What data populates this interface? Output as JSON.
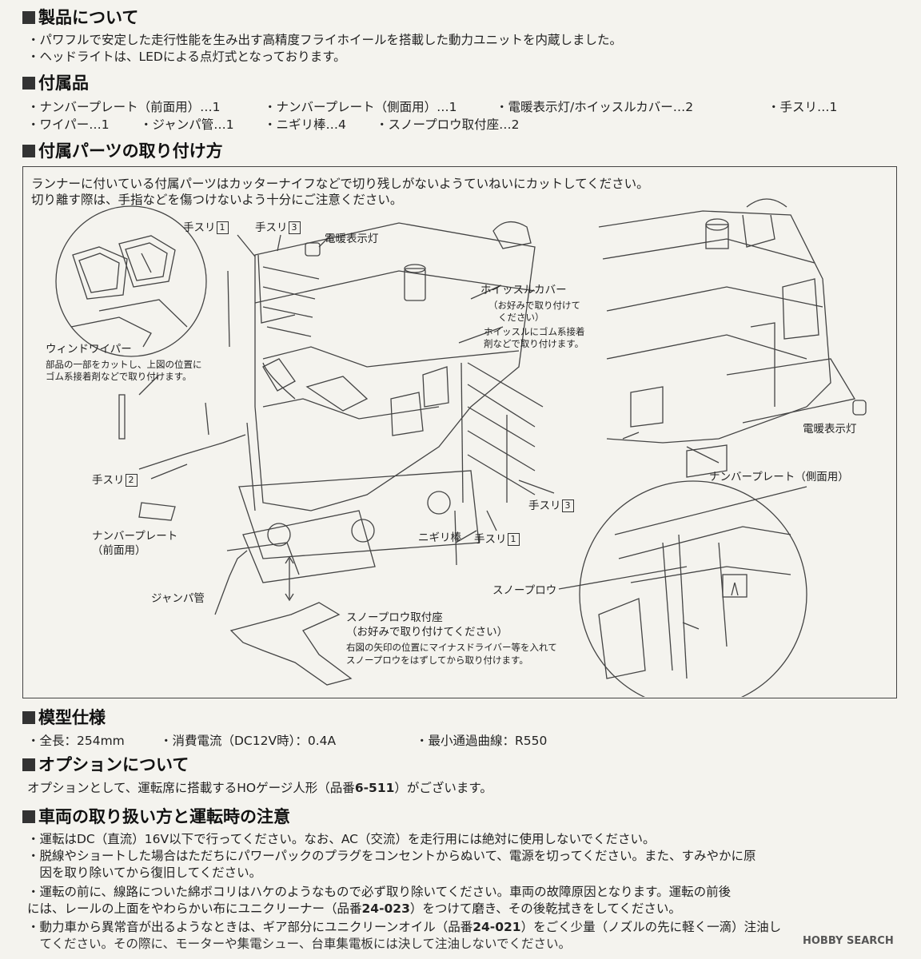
{
  "sections": {
    "product": {
      "title": "製品について",
      "lines": [
        "・パワフルで安定した走行性能を生み出す高精度フライホイールを搭載した動力ユニットを内蔵しました。",
        "・ヘッドライトは、LEDによる点灯式となっております。"
      ]
    },
    "accessories": {
      "title": "付属品",
      "row1": [
        "・ナンバープレート（前面用）…1",
        "・ナンバープレート（側面用）…1",
        "・電暖表示灯/ホイッスルカバー…2",
        "・手スリ…1"
      ],
      "row2": [
        "・ワイパー…1",
        "・ジャンパ管…1",
        "・ニギリ棒…4",
        "・スノープロウ取付座…2"
      ]
    },
    "install": {
      "title": "付属パーツの取り付け方",
      "intro": [
        "ランナーに付いている付属パーツはカッターナイフなどで切り残しがないようていねいにカットしてください。",
        "切り離す際は、手指などを傷つけないよう十分にご注意ください。"
      ]
    },
    "spec": {
      "title": "模型仕様",
      "items": [
        "・全長：254mm",
        "・消費電流（DC12V時）：0.4A",
        "・最小通過曲線：R550"
      ]
    },
    "option": {
      "title": "オプションについて",
      "pre": "オプションとして、運転席に搭載するHOゲージ人形（品番",
      "code": "6-511",
      "post": "）がございます。"
    },
    "handling": {
      "title": "車両の取り扱い方と運転時の注意",
      "l1": "・運転はDC（直流）16V以下で行ってください。なお、AC（交流）を走行用には絶対に使用しないでください。",
      "l2": "・脱線やショートした場合はただちにパワーパックのプラグをコンセントからぬいて、電源を切ってください。また、すみやかに原",
      "l3": "　因を取り除いてから復旧してください。",
      "l4": "・運転の前に、線路についた綿ボコリはハケのようなもので必ず取り除いてください。車両の故障原因となります。運転の前後",
      "l5_pre": "には、レールの上面をやわらかい布にユニクリーナー（品番",
      "l5_code": "24-023",
      "l5_post": "）をつけて磨き、その後乾拭きをしてください。",
      "l6_pre": "・動力車から異常音が出るようなときは、ギア部分にユニクリーンオイル（品番",
      "l6_code": "24-021",
      "l6_post": "）をごく少量（ノズルの先に軽く一滴）注油し",
      "l7": "　てください。その際に、モーターや集電シュー、台車集電板には決して注油しないでください。"
    }
  },
  "diagram": {
    "handrail": "手スリ",
    "n1": "1",
    "n2": "2",
    "n3": "3",
    "denndan": "電暖表示灯",
    "whistle_cover": "ホイッスルカバー",
    "whistle_note": [
      "（お好みで取り付けて",
      "ください）"
    ],
    "whistle_glue": [
      "ホイッスルにゴム系接着",
      "剤などで取り付けます。"
    ],
    "wiper": "ウィンドワイパー",
    "wiper_note": [
      "部品の一部をカットし、上図の位置に",
      "ゴム系接着剤などで取り付けます。"
    ],
    "number_front": [
      "ナンバープレート",
      "（前面用）"
    ],
    "jumper": "ジャンパ管",
    "nigiri": "ニギリ棒",
    "snowplow_mount": "スノープロウ取付座",
    "snowplow_mount_note": "（お好みで取り付けてください）",
    "snowplow_mount_desc": [
      "右図の矢印の位置にマイナスドライバー等を入れて",
      "スノープロウをはずしてから取り付けます。"
    ],
    "snowplow": "スノープロウ",
    "denndan_right": "電暖表示灯",
    "number_side": "ナンバープレート（側面用）"
  },
  "watermark": "HOBBY SEARCH"
}
